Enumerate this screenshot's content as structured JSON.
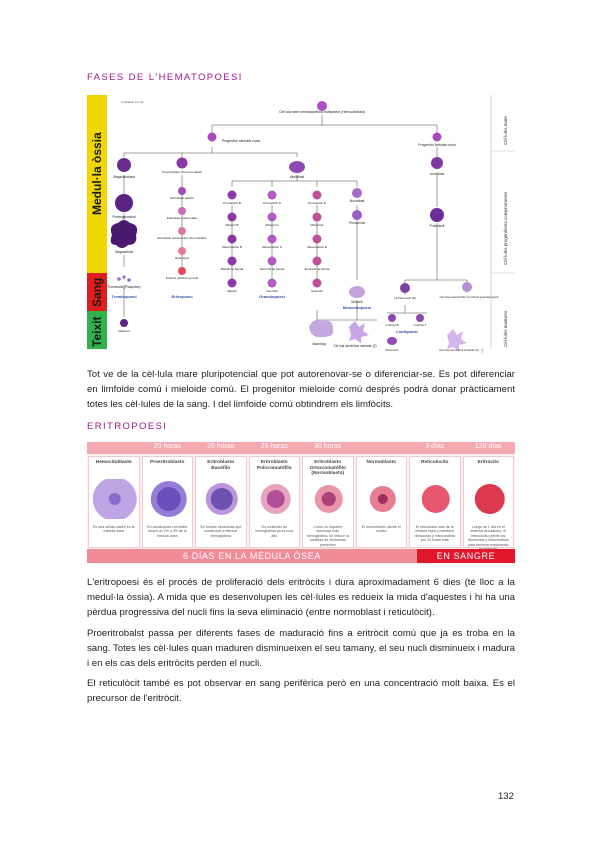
{
  "sections": {
    "hematopoiesis_heading": "FASES DE L'HEMATOPOESI",
    "erythropoiesis_heading": "ERITROPOESI"
  },
  "hematopoiesis_figure": {
    "band_marrow": "Medul·la òssia",
    "band_blood": "Sang",
    "band_tissue": "Teixit",
    "right_labels": [
      "Cèl·lules mare",
      "Cèl·lules progenitores compromeses",
      "Cèl·lules madures"
    ],
    "root_cell": "Cèl·lula mare hematopoètica multipotent (Hemocitoblast)",
    "myeloid_progenitor": "Progenitor mieloide comú",
    "lymphoid_progenitor": "Progenitor limfoide comú",
    "megakaryoblast": "Megacarioblast",
    "proerythroblast": "Proeritroblast (Pronormoblast)",
    "myeloblast": "Mieloblast",
    "lymphoblast": "Limfoblast",
    "promegakaryocyte": "Promegacariòcit",
    "megakaryocyte": "Megacariòcit",
    "thrombocytes": "Trombòcits (Plaquetes)",
    "erythroid_stages": [
      "Eritroblast basòfil",
      "Eritroblast policromàtic",
      "Eritroblast ortocromàtic (Normoblast)",
      "Reticulòcit",
      "Eritròcit (Glòbul vermell)"
    ],
    "granulocyte_columns": [
      {
        "stages": [
          "Promielòcit B",
          "Mielòcit B",
          "Metamielòcit B",
          "Basòfil de banda",
          "Basòfil"
        ]
      },
      {
        "stages": [
          "Promielòcit N",
          "Mielòcit N",
          "Metamielòcit N",
          "Neutròfil de banda",
          "Neutròfil"
        ]
      },
      {
        "stages": [
          "Promielòcit E",
          "Mielòcit E",
          "Metamielòcit E",
          "Eosinòfil de banda",
          "Eosinòfil"
        ]
      }
    ],
    "monoblast": "Monoblast",
    "promonocyte": "Promonòcit",
    "monocyte": "Monòcit",
    "prolymphocyte": "Prolimfòcit",
    "small_lymphocyte": "Limfòcit petit (B)",
    "nk_cell": "Cèl·lula natural killer (Limfòcit granular gran)",
    "lymphocyte_b": "Limfòcit B",
    "lymphocyte_t": "Limfòcit T",
    "macrophage": "Macròfag",
    "dendritic_myeloid": "Cèl·lula dendrítica mieloide (2)",
    "dendritic_lymphoid": "Cèl·lula dendrítica limfoide (2)",
    "plasmocyte": "Plasmòcit",
    "mastocyte": "Mastòcit",
    "process_labels": {
      "thrombopoiesis": "Trombopoesi",
      "erythropoiesis": "Eritropoesi",
      "granulopoiesis": "Granulopoesi",
      "monocytopoiesis": "Monocitopoesi",
      "lymphopoiesis": "Limfopoesi"
    },
    "scale_label": "Ampliació 1/1 µm",
    "corner_mark": "7"
  },
  "paragraphs": {
    "p1": "Tot ve de la cèl·lula mare pluripotencial que pot autorenovar-se o diferenciar-se. Es pot diferenciar en limfoide comú i mieloide comú. El progenitor mieloide comú després podrà donar pràcticament totes les cèl·lules de la sang. I del limfoide comú obtindrem els limfòcits.",
    "p2": "L'eritropoesi és el procés de proliferació dels eritròcits i dura aproximadament 6 dies (té lloc a la medul·la òssia). A mida que es desenvolupen les cèl·lules es redueix la mida d'aquestes i hi ha una pèrdua progressiva del nucli fins la seva eliminació (entre normoblast i reticulòcit).",
    "p3": "Proeritrobalst passa per diferents fases de maduració fins a eritròcit comú que ja es troba en la sang. Totes les cèl·lules quan maduren disminueixen el seu tamany, el seu nucli disminueix i madura i en els cas dels eritròcits perden el nucli.",
    "p4": "El reticulòcit també es pot observar en sang perifèrica però en una concentració molt baixa. Es el precursor de l'eritròcit."
  },
  "erythropoiesis_figure": {
    "durations": [
      "20 horas",
      "20 horas",
      "25 horas",
      "30 horas",
      "3 días",
      "120 días"
    ],
    "cells": [
      {
        "name": "Hemocitoblasto",
        "desc": "Es una célula madre en la médula ósea",
        "color": "#b79be0",
        "nucleus": "#7d5bc6",
        "size": 22,
        "nsize": 0
      },
      {
        "name": "Proeritroblasto",
        "desc": "En condiciones normales ocupa un 1% a 4% de la médula ósea",
        "color": "#8a6fd1",
        "nucleus": "#5f43b5",
        "size": 18,
        "nsize": 12
      },
      {
        "name": "Eritroblasto Basófilo",
        "desc": "Se forman ribosomas que comienzan a fabricar hemoglobina",
        "color": "#b58ad8",
        "nucleus": "#5a3fa4",
        "size": 16,
        "nsize": 11
      },
      {
        "name": "Eritroblasto Policromatófilo",
        "desc": "Su contenido de hemoglobina ya es muy alto",
        "color": "#e59ab8",
        "nucleus": "#a3388e",
        "size": 15,
        "nsize": 9
      },
      {
        "name": "Eritroblasto Ortocromatófilo (Normoblasto)",
        "desc": "Como no requiere acumular más hemoglobina, se reduce la cantidad de ribosomas presentes",
        "color": "#e88ba1",
        "nucleus": "#9b2d6e",
        "size": 14,
        "nsize": 7
      },
      {
        "name": "Normoblasto",
        "desc": "El normoblasto pierde el núcleo",
        "color": "#e66f86",
        "nucleus": "#8b1c4d",
        "size": 13,
        "nsize": 5
      },
      {
        "name": "Reticulocito",
        "desc": "El reticulocito sale de la médula ósea y mantiene ribosomas y mitocondrias por 24 horas más",
        "color": "#e2455f",
        "nucleus": "",
        "size": 14,
        "nsize": 0
      },
      {
        "name": "Eritrocito",
        "desc": "Luego de 1 día en el sistema circulatorio, el reticulocito pierde los ribosomas y mitocondrias para terminar madurando en eritrocito",
        "color": "#d8243d",
        "nucleus": "",
        "size": 15,
        "nsize": 0
      }
    ],
    "marrow_label": "6 DÍAS EN LA MÉDULA ÓSEA",
    "blood_label": "EN SANGRE"
  },
  "page_number": "132",
  "colors": {
    "heading": "#a0168f",
    "marrow_band": "#f2d600",
    "blood_band": "#e21d1d",
    "tissue_band": "#2fb34a",
    "ery_header": "#f3a8b2",
    "ery_bottom_marrow": "#f28b98",
    "ery_bottom_blood": "#e0172b"
  }
}
